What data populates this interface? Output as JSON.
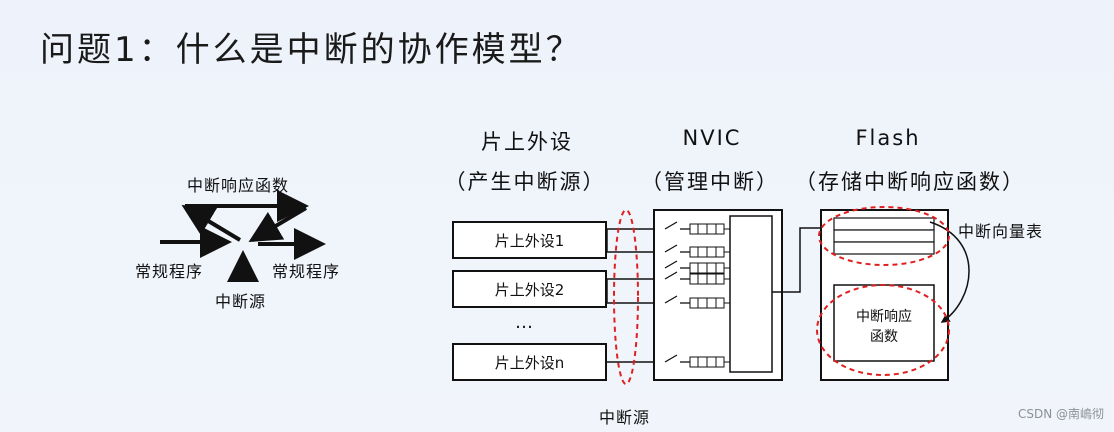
{
  "title": "问题1：什么是中断的协作模型？",
  "triangle": {
    "top_label": "中断响应函数",
    "left_label": "常规程序",
    "right_label": "常规程序",
    "bottom_label": "中断源"
  },
  "columns": {
    "peripheral": {
      "name": "片上外设",
      "sub": "（产生中断源）"
    },
    "nvic": {
      "name": "NVIC",
      "sub": "（管理中断）"
    },
    "flash": {
      "name": "Flash",
      "sub": "（存储中断响应函数）"
    }
  },
  "peripherals": [
    "片上外设1",
    "片上外设2",
    "片上外设n"
  ],
  "ellipsis": "…",
  "vector_table_label": "中断向量表",
  "isr_label": [
    "中断响应",
    "函数"
  ],
  "source_label": "中断源",
  "watermark": "CSDN @南嶋彻",
  "colors": {
    "highlight": "#e02020",
    "line": "#111111"
  }
}
